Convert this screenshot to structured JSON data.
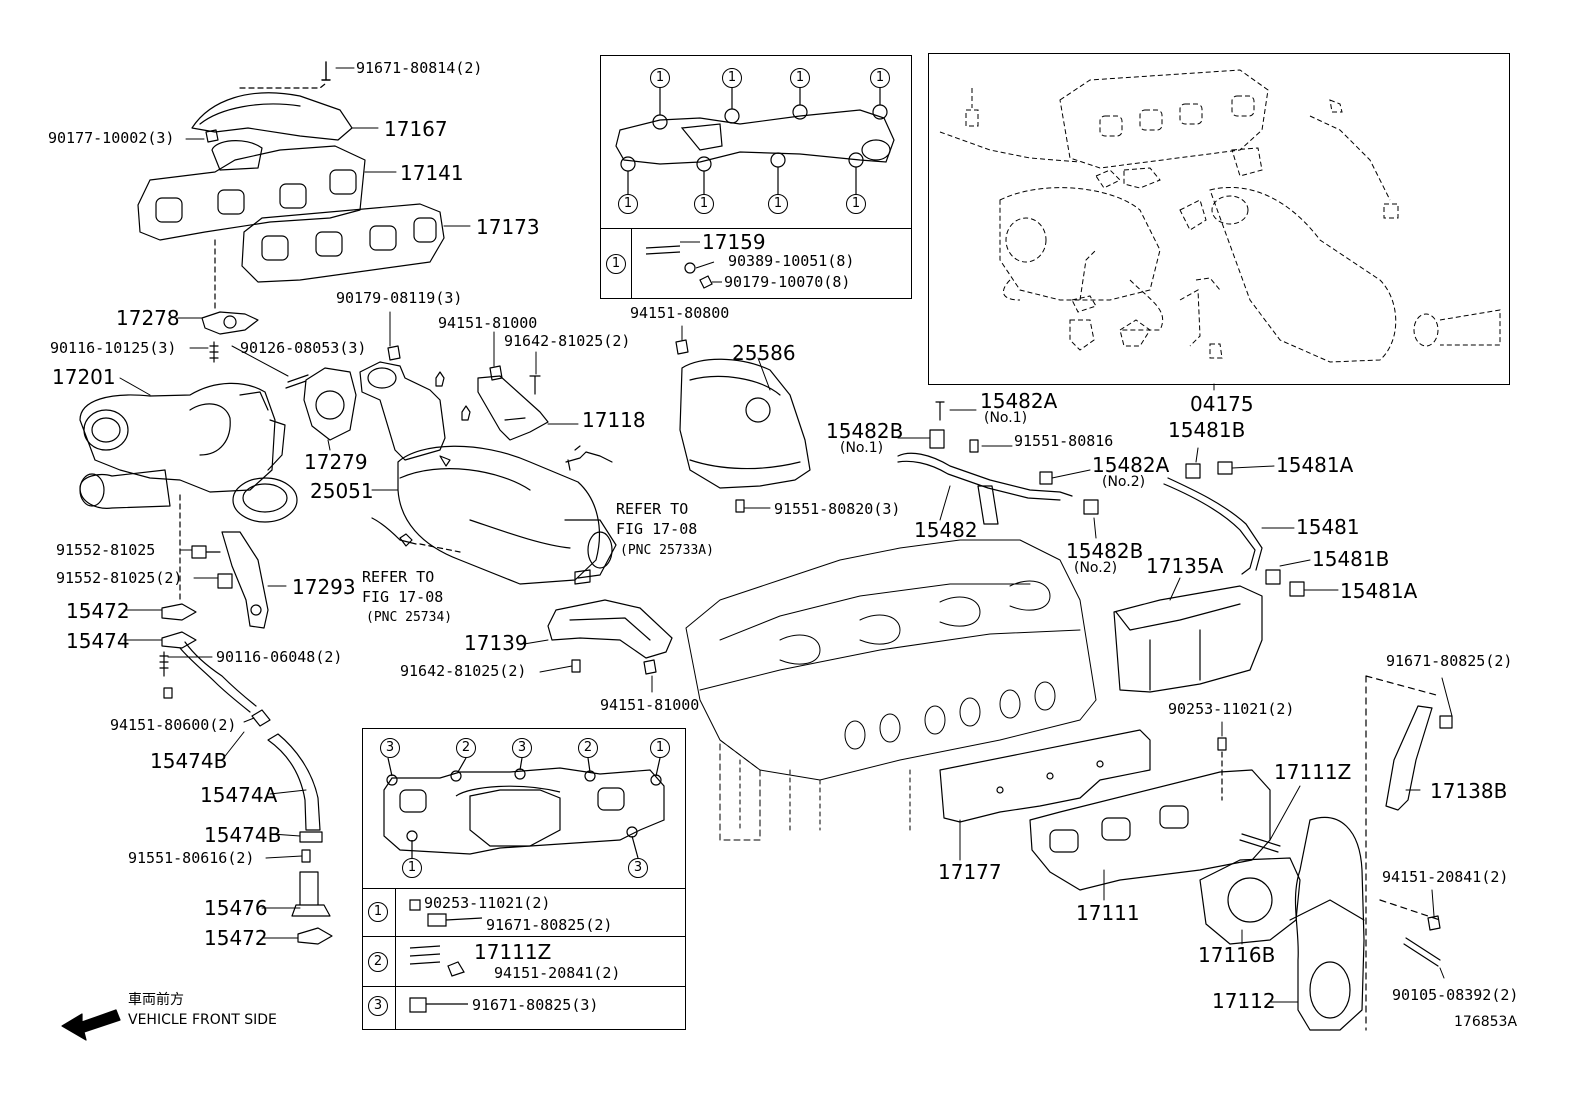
{
  "parts": {
    "p91671_80814": "91671-80814(2)",
    "p17167": "17167",
    "p90177_10002": "90177-10002(3)",
    "p17141": "17141",
    "p17173": "17173",
    "p17278": "17278",
    "p90116_10125": "90116-10125(3)",
    "p90126_08053": "90126-08053(3)",
    "p17201": "17201",
    "p17279": "17279",
    "p90179_08119": "90179-08119(3)",
    "p94151_81000_a": "94151-81000",
    "p91642_81025_a": "91642-81025(2)",
    "p17118": "17118",
    "p25051": "25051",
    "p94151_80800": "94151-80800",
    "p25586": "25586",
    "p91551_80820": "91551-80820(3)",
    "p91552_81025_a": "91552-81025",
    "p91552_81025_b": "91552-81025(2)",
    "p17293": "17293",
    "p15472_a": "15472",
    "p15474": "15474",
    "p90116_06048": "90116-06048(2)",
    "p94151_80600": "94151-80600(2)",
    "p15474B_a": "15474B",
    "p15474A": "15474A",
    "p15474B_b": "15474B",
    "p91551_80616": "91551-80616(2)",
    "p15476": "15476",
    "p15472_b": "15472",
    "p17139": "17139",
    "p91642_81025_b": "91642-81025(2)",
    "p94151_81000_b": "94151-81000",
    "p04175": "04175",
    "p15482A_no1": "15482A",
    "no1_a": "(No.1)",
    "p15482B_no1": "15482B",
    "no1_b": "(No.1)",
    "p91551_80816": "91551-80816",
    "p15482A_no2": "15482A",
    "no2_a": "(No.2)",
    "p15482": "15482",
    "p15482B_no2": "15482B",
    "no2_b": "(No.2)",
    "p15481B_a": "15481B",
    "p15481A_a": "15481A",
    "p15481": "15481",
    "p15481B_b": "15481B",
    "p15481A_b": "15481A",
    "p17135A": "17135A",
    "p91671_80825_r": "91671-80825(2)",
    "p90253_11021_r": "90253-11021(2)",
    "p17111Z_r": "17111Z",
    "p17138B": "17138B",
    "p17177": "17177",
    "p17111": "17111",
    "p94151_20841_r": "94151-20841(2)",
    "p17116B": "17116B",
    "p17112": "17112",
    "p90105_08392": "90105-08392(2)"
  },
  "refs": {
    "refer1_line1": "REFER TO",
    "refer1_line2": "FIG 17-08",
    "refer1_line3": "(PNC 25733A)",
    "refer2_line1": "REFER TO",
    "refer2_line2": "FIG 17-08",
    "refer2_line3": "(PNC 25734)"
  },
  "top_inset": {
    "callout": "1",
    "legend_num": "1",
    "row_17159": "17159",
    "row_90389": "90389-10051(8)",
    "row_90179": "90179-10070(8)"
  },
  "bottom_inset": {
    "top_callouts": [
      "3",
      "2",
      "3",
      "2",
      "1"
    ],
    "bottom_callouts": [
      "1",
      "3"
    ],
    "legend": [
      {
        "num": "1",
        "items": [
          "90253-11021(2)",
          "91671-80825(2)"
        ]
      },
      {
        "num": "2",
        "items": [
          "17111Z",
          "94151-20841(2)"
        ]
      },
      {
        "num": "3",
        "items": [
          "91671-80825(3)"
        ]
      }
    ]
  },
  "footer": {
    "jp_label": "車両前方",
    "en_label": "VEHICLE FRONT SIDE",
    "figure_id": "176853A"
  }
}
